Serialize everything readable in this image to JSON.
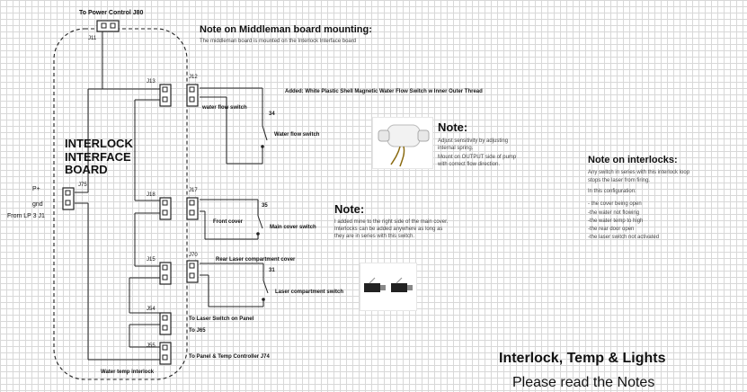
{
  "title_main": "Interlock, Temp & Lights",
  "title_sub": "Please read the Notes",
  "board": {
    "name": "INTERLOCK\nINTERFACE\nBOARD",
    "power_label": "To Power Control J80",
    "water_temp_label": "Water temp interlock"
  },
  "connectors": {
    "j11": "J11",
    "j13": "J13",
    "j12": "J12",
    "j18": "J18",
    "j17": "J17",
    "j15": "J15",
    "j70": "J70",
    "j54": "J54",
    "j55": "J55",
    "j75": "J75"
  },
  "j75_labels": {
    "p_plus": "P+",
    "gnd": "gnd",
    "from": "From LP 3 J1"
  },
  "switches": {
    "s34": "34",
    "s35": "35",
    "s31": "31",
    "water_flow_label_j12": "water flow switch",
    "water_flow_label": "Water flow switch",
    "front_cover": "Front cover",
    "main_cover": "Main cover switch",
    "rear_cover": "Rear Laser compartment cover",
    "laser_comp": "Laser compartment switch",
    "to_laser_switch": "To Laser Switch on Panel",
    "to_j65": "To J65",
    "to_panel_temp": "To Panel & Temp Controller J74"
  },
  "added_label": "Added: White Plastic Shell Magnetic Water Flow Switch w Inner Outer Thread",
  "note_middleman": {
    "title": "Note on Middleman board mounting:",
    "body": "The middleman board is mounted on the Interlock Interface board"
  },
  "note_flow": {
    "title": "Note:",
    "lines": [
      "Adjust sensitivity by adjusting",
      "internal spring.",
      "Mount on OUTPUT side of pump",
      "with correct flow direction."
    ]
  },
  "note_cover": {
    "title": "Note:",
    "lines": [
      "I added mine to the right side of the main cover.",
      "Interlocks can be added anywhere as long as",
      "they are in series with this switch."
    ]
  },
  "note_interlocks": {
    "title": "Note on interlocks:",
    "lines": [
      "Any switch in series with this interlock loop",
      "stops the laser from firing.",
      "In this configuration:",
      "- the cover being open",
      "-the water not flowing",
      "-the water temp to high",
      "-the rear door open",
      "-the laser switch not activated"
    ]
  }
}
